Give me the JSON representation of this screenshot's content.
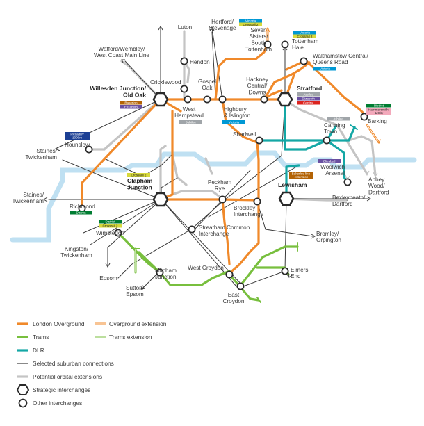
{
  "colors": {
    "overground": "#f0892a",
    "trams": "#78bf3e",
    "dlr": "#14a7a5",
    "suburban": "#3a3a3a",
    "orbital": "#c0c0c0",
    "river": "#bfe0f2",
    "jubilee": "#a0a5a9",
    "elizabeth": "#6950a1",
    "central": "#dc241f",
    "victoria": "#0098d4",
    "crossrail2": "#d7d93a",
    "district": "#007d32",
    "bakerloo": "#b36305",
    "piccadilly": "#1c3f94",
    "hammersmith": "#f3a9bb"
  },
  "stations": {
    "luton": "Luton",
    "hertford": "Hertford/\nStevenage",
    "seven_sisters": "Seven\nSisters/\nSouth\nTottenham",
    "tottenham_hale": "Tottenham\nHale",
    "watford": "Watford/Wembley/\nWest Coast Main Line",
    "hendon": "Hendon",
    "walthamstow": "Walthamstow Central/\nQueens Road",
    "cricklewood": "Cricklewood",
    "gospel_oak": "Gospel\nOak",
    "hackney": "Hackney\nCentral/\nDowns",
    "willesden": "Willesden Junction/\nOld Oak",
    "stratford": "Stratford",
    "west_hampstead": "West\nHampstead",
    "highbury": "Highbury\n& Islington",
    "barking": "Barking",
    "canning_town": "Canning\nTown",
    "hounslow": "Hounslow",
    "shadwell": "Shadwell",
    "staines_top": "Staines/\nTwickenham",
    "woolwich": "Woolwich\nArsenal",
    "clapham": "Clapham\nJunction",
    "peckham": "Peckham\nRye",
    "lewisham": "Lewisham",
    "abbey_wood": "Abbey\nWood/\nDartford",
    "staines_bottom": "Staines/\nTwickenham",
    "bexleyheath": "Bexleyheath/\nDartford",
    "richmond": "Richmond",
    "brockley": "Brockley\nInterchange",
    "wimbledon": "Wimbledon",
    "streatham": "Streatham Common\nInterchange",
    "bromley": "Bromley/\nOrpington",
    "kingston": "Kingston/\nTwickenham",
    "epsom": "Epsom",
    "mitcham": "Mitcham\nJunction",
    "west_croydon": "West Croydon",
    "elmers_end": "Elmers\nEnd",
    "sutton": "Sutton/\nEpsom",
    "east_croydon": "East\nCroydon"
  },
  "badges": {
    "victoria": "Victoria",
    "crossrail2": "Crossrail 2",
    "jubilee": "Jubilee",
    "elizabeth": "Elizabeth",
    "central": "Central",
    "bakerloo": "Bakerloo",
    "piccadilly": "Piccadilly",
    "thousand_ten": "1000m",
    "district": "District",
    "hammersmith": "Hammersmith\n& City",
    "bakerloo_ext": "Bakerloo line\nextension"
  },
  "legend": {
    "overground": "London Overground",
    "overground_ext": "Overground extension",
    "trams": "Trams",
    "trams_ext": "Trams extension",
    "dlr": "DLR",
    "suburban": "Selected suburban connections",
    "orbital": "Potential orbital extensions",
    "strategic": "Strategic interchanges",
    "other": "Other interchanges"
  }
}
